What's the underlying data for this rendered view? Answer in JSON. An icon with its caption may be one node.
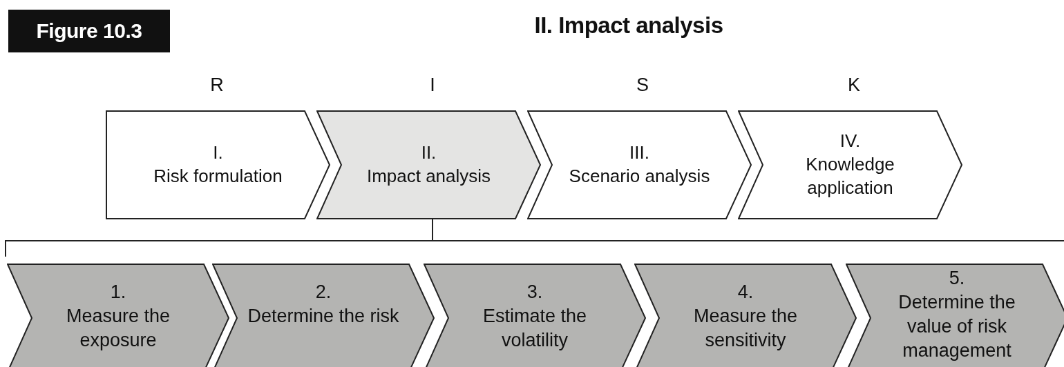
{
  "diagram": {
    "title": "II. Impact analysis",
    "nodes": [
      {
        "text": [
          "I.",
          "Risk formulation"
        ]
      },
      {
        "text": [
          "II.",
          "Impact analysis"
        ]
      },
      {
        "text": [
          "III.",
          "Scenario analysis"
        ]
      },
      {
        "text": [
          "IV.",
          "Knowledge application"
        ]
      },
      {
        "text": [
          "1.",
          "Measure the exposure"
        ]
      },
      {
        "text": [
          "2.",
          "Determine the risk"
        ]
      },
      {
        "text": [
          "3.",
          "Estimate the volatility"
        ]
      },
      {
        "text": [
          "4.",
          "Measure the sensitivity"
        ]
      },
      {
        "text": [
          "5.",
          "Determine the value of risk management"
        ]
      }
    ],
    "edges": [],
    "labels": [
      "Figure 10.3",
      "R",
      "I",
      "S",
      "K"
    ]
  }
}
